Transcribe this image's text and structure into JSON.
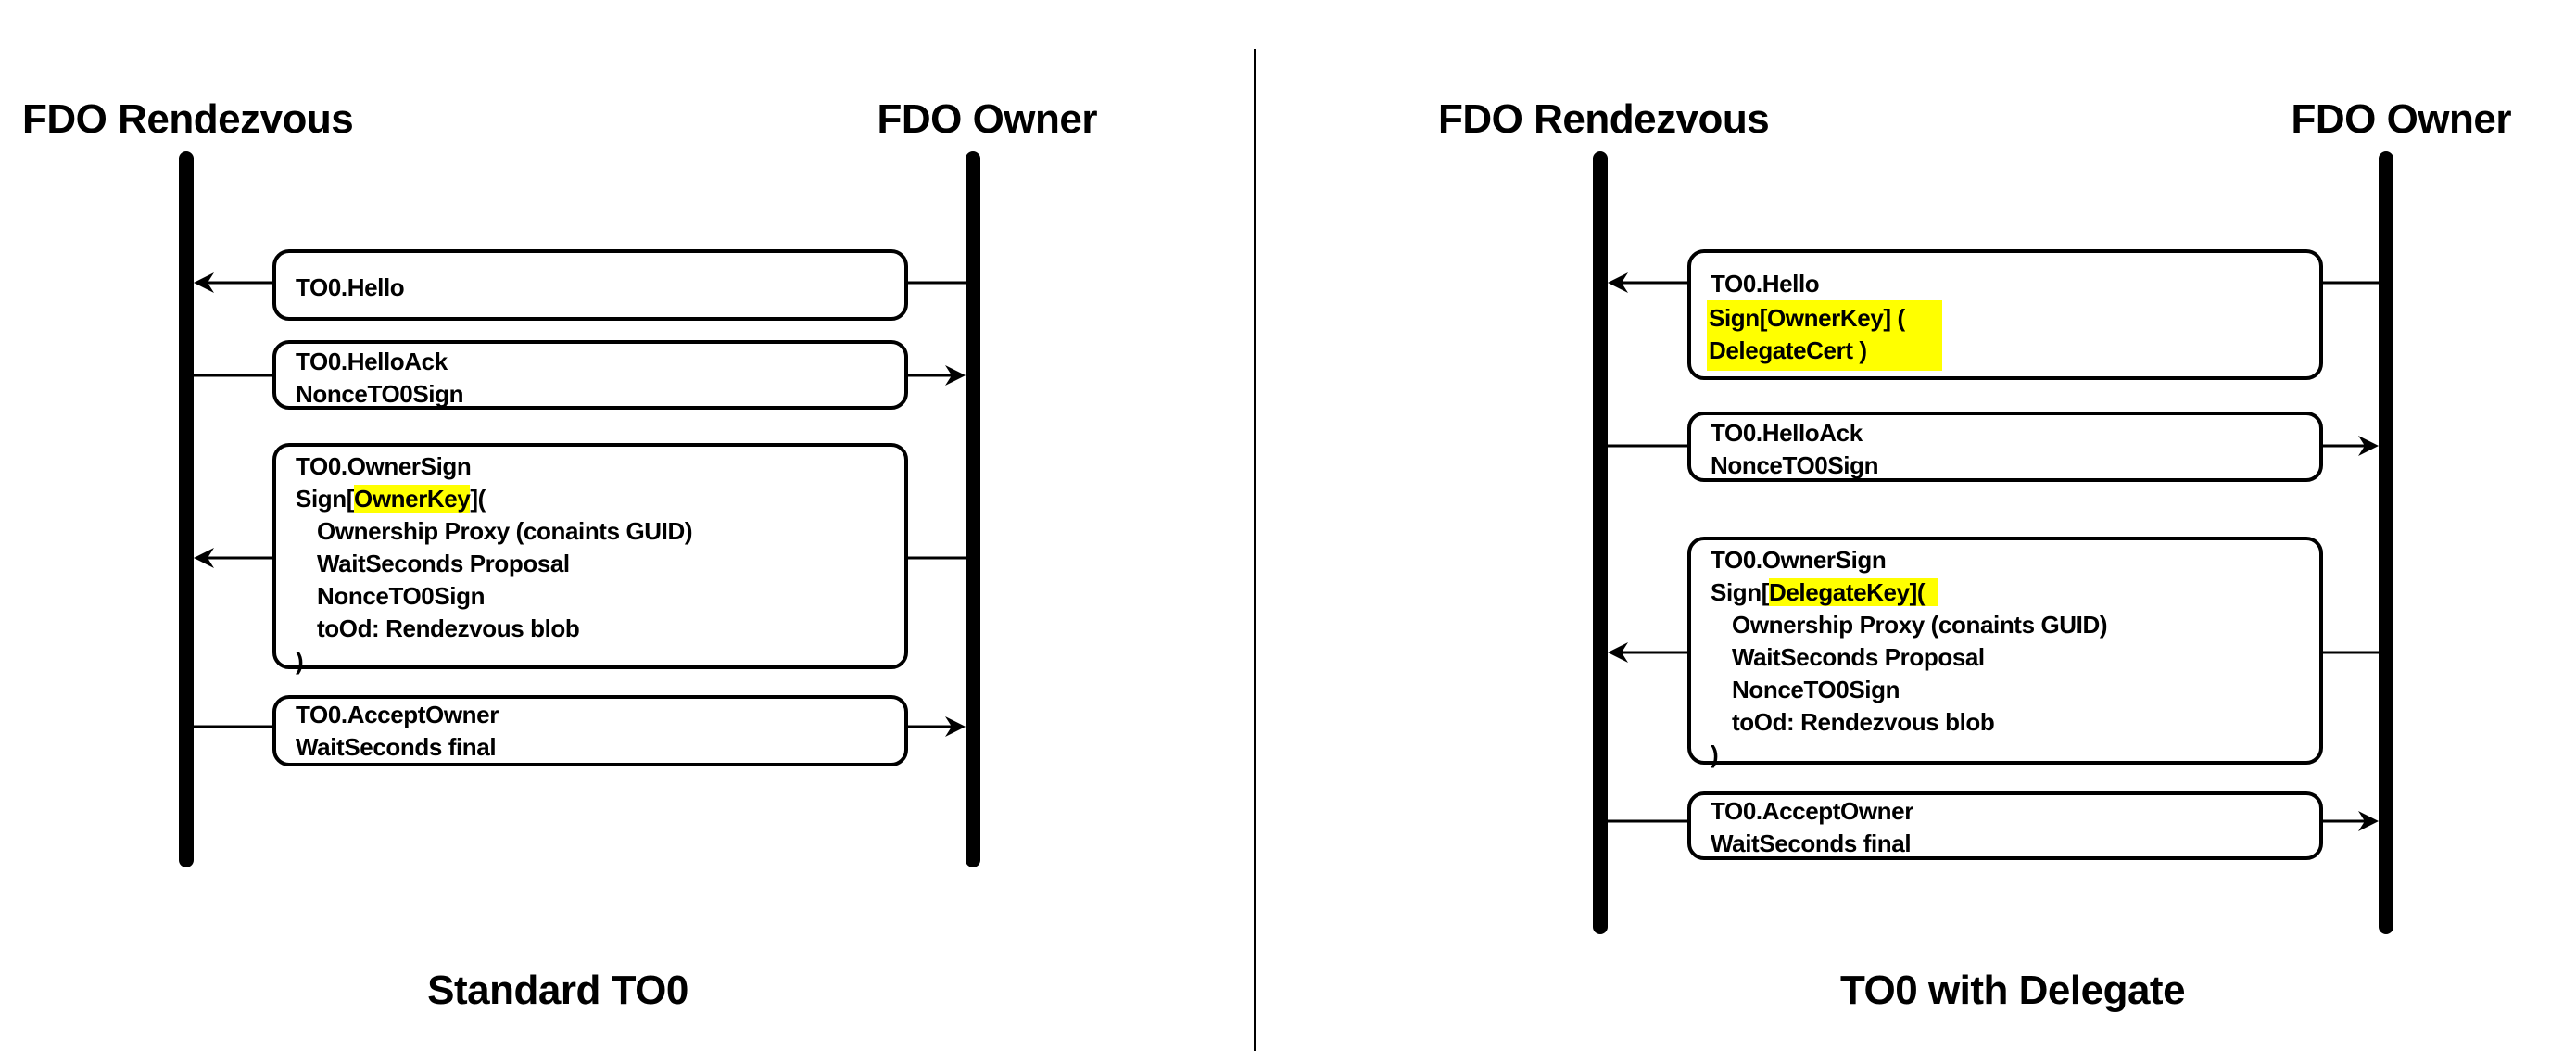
{
  "colors": {
    "highlight": "#ffff00",
    "line": "#000000"
  },
  "panels": [
    {
      "caption": "Standard TO0",
      "participants": {
        "left": "FDO Rendezvous",
        "right": "FDO Owner"
      },
      "messages": [
        {
          "direction": "to-rendezvous",
          "lines": [
            {
              "level": 0,
              "parts": [
                {
                  "t": "TO0.Hello",
                  "hl": false
                }
              ]
            }
          ]
        },
        {
          "direction": "to-owner",
          "lines": [
            {
              "level": 0,
              "parts": [
                {
                  "t": "TO0.HelloAck",
                  "hl": false
                }
              ]
            },
            {
              "level": 0,
              "parts": [
                {
                  "t": "NonceTO0Sign",
                  "hl": false
                }
              ]
            }
          ]
        },
        {
          "direction": "to-rendezvous",
          "lines": [
            {
              "level": 0,
              "parts": [
                {
                  "t": "TO0.OwnerSign",
                  "hl": false
                }
              ]
            },
            {
              "level": 0,
              "parts": [
                {
                  "t": "Sign[",
                  "hl": false
                },
                {
                  "t": "OwnerKey",
                  "hl": true
                },
                {
                  "t": "](",
                  "hl": false
                }
              ]
            },
            {
              "level": 1,
              "parts": [
                {
                  "t": "Ownership Proxy (conaints GUID)",
                  "hl": false
                }
              ]
            },
            {
              "level": 1,
              "parts": [
                {
                  "t": "WaitSeconds Proposal",
                  "hl": false
                }
              ]
            },
            {
              "level": 1,
              "parts": [
                {
                  "t": "NonceTO0Sign",
                  "hl": false
                }
              ]
            },
            {
              "level": 1,
              "parts": [
                {
                  "t": "toOd: Rendezvous blob",
                  "hl": false
                }
              ]
            },
            {
              "level": 0,
              "parts": [
                {
                  "t": ")",
                  "hl": false
                }
              ]
            }
          ]
        },
        {
          "direction": "to-owner",
          "lines": [
            {
              "level": 0,
              "parts": [
                {
                  "t": "TO0.AcceptOwner",
                  "hl": false
                }
              ]
            },
            {
              "level": 0,
              "parts": [
                {
                  "t": "WaitSeconds final",
                  "hl": false
                }
              ]
            }
          ]
        }
      ]
    },
    {
      "caption": "TO0 with Delegate",
      "participants": {
        "left": "FDO Rendezvous",
        "right": "FDO Owner"
      },
      "messages": [
        {
          "direction": "to-rendezvous",
          "lines": [
            {
              "level": 0,
              "parts": [
                {
                  "t": "TO0.Hello",
                  "hl": false
                }
              ]
            },
            {
              "level": 0,
              "block_hl": true,
              "parts": [
                {
                  "t": "Sign[OwnerKey] (",
                  "hl": false
                }
              ]
            },
            {
              "level": 0,
              "block_hl": true,
              "parts": [
                {
                  "t": "DelegateCert )",
                  "hl": false
                }
              ]
            }
          ]
        },
        {
          "direction": "to-owner",
          "lines": [
            {
              "level": 0,
              "parts": [
                {
                  "t": "TO0.HelloAck",
                  "hl": false
                }
              ]
            },
            {
              "level": 0,
              "parts": [
                {
                  "t": "NonceTO0Sign",
                  "hl": false
                }
              ]
            }
          ]
        },
        {
          "direction": "to-rendezvous",
          "lines": [
            {
              "level": 0,
              "parts": [
                {
                  "t": "TO0.OwnerSign",
                  "hl": false
                }
              ]
            },
            {
              "level": 0,
              "parts": [
                {
                  "t": "Sign[",
                  "hl": false
                },
                {
                  "t": "DelegateKey](  ",
                  "hl": true
                }
              ]
            },
            {
              "level": 1,
              "parts": [
                {
                  "t": "Ownership Proxy (conaints GUID)",
                  "hl": false
                }
              ]
            },
            {
              "level": 1,
              "parts": [
                {
                  "t": "WaitSeconds Proposal",
                  "hl": false
                }
              ]
            },
            {
              "level": 1,
              "parts": [
                {
                  "t": "NonceTO0Sign",
                  "hl": false
                }
              ]
            },
            {
              "level": 1,
              "parts": [
                {
                  "t": "toOd: Rendezvous blob",
                  "hl": false
                }
              ]
            },
            {
              "level": 0,
              "parts": [
                {
                  "t": ")",
                  "hl": false
                }
              ]
            }
          ]
        },
        {
          "direction": "to-owner",
          "lines": [
            {
              "level": 0,
              "parts": [
                {
                  "t": "TO0.AcceptOwner",
                  "hl": false
                }
              ]
            },
            {
              "level": 0,
              "parts": [
                {
                  "t": "WaitSeconds final",
                  "hl": false
                }
              ]
            }
          ]
        }
      ]
    }
  ]
}
